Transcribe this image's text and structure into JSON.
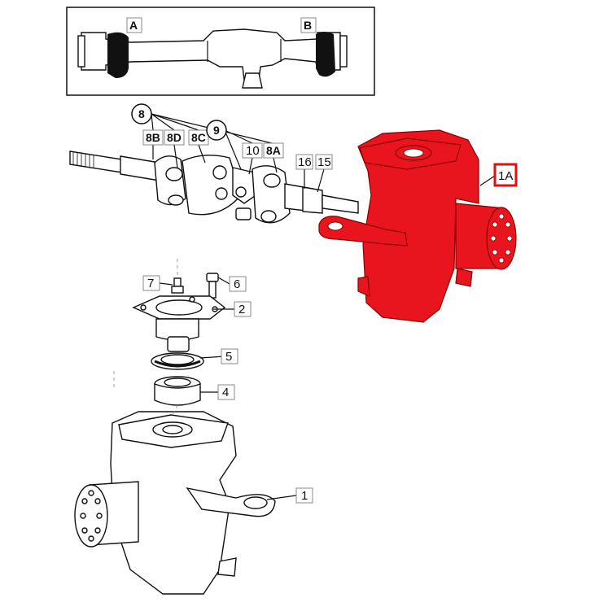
{
  "colors": {
    "highlight": "#e8141e",
    "highlight_box": "#e01010",
    "line": "#111111"
  },
  "overview": {
    "label_a": "A",
    "label_b": "B"
  },
  "callouts": {
    "c8": "8",
    "c8b": "8B",
    "c8d": "8D",
    "c8c": "8C",
    "c9": "9",
    "c10": "10",
    "c8a": "8A",
    "c16": "16",
    "c15": "15",
    "c1a": "1A",
    "c7": "7",
    "c6": "6",
    "c2": "2",
    "c5": "5",
    "c4": "4",
    "c1": "1"
  }
}
